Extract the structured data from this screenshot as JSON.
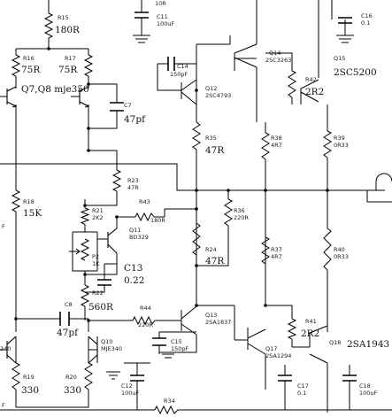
{
  "labels": {
    "r15": "R15",
    "r15_val": "180R",
    "c11": "C11",
    "c11_val": "100uF",
    "c11_top": "10R",
    "c16": "C16",
    "c16_val": "0.1",
    "r16": "R16",
    "r16_val": "75R",
    "r17": "R17",
    "r17_val": "75R",
    "q7q8": "Q7,Q8 mje350",
    "c14": "C14",
    "c14_val": "150pF",
    "q14": "Q14",
    "q14_type": "2SC3263",
    "q15": "Q15",
    "q15_hw": "2SC5200",
    "q12": "Q12",
    "q12_type": "2SC4793",
    "r42": "R42",
    "r42_hw": "2R2",
    "c7": "C7",
    "c7_val": "47pf",
    "r35": "R35",
    "r35_hw": "47R",
    "r38": "R38",
    "r38_val": "4R7",
    "r39": "R39",
    "r39_val": "0R33",
    "r23": "R23",
    "r23_val": "47R",
    "r18": "R18",
    "r18_val": "15K",
    "r21": "R21",
    "r21_val": "2K2",
    "r43": "R43",
    "r43_val": "180R",
    "r36": "R36",
    "r36_val": "220R",
    "q11": "Q11",
    "q11_type": "BD329",
    "r24": "R24",
    "r24_hw": "47R",
    "r37": "R37",
    "r37_val": "4R7",
    "r40": "R40",
    "r40_val": "0R33",
    "p2": "P2",
    "p2_val": "1K",
    "c13": "C13",
    "c13_val": "0.22",
    "r22": "R22",
    "r22_val": "560R",
    "c8": "C8",
    "c8_val": "47pf",
    "r44": "R44",
    "r44_val": "220R",
    "q13": "Q13",
    "q13_type": "2SA1837",
    "r41": "R41",
    "r41_hw": "2R2",
    "q10": "Q10",
    "q10_type": "MJE340",
    "c15": "C15",
    "c15_val": "150pF",
    "q17": "Q17",
    "q17_type": "2SA1294",
    "q18": "Q18",
    "q18_hw": "2SA1943",
    "q9_type": "340",
    "r19": "R19",
    "r19_hw": "330",
    "r20": "R20",
    "r20_hw": "330",
    "c12": "C12",
    "c12_val": "100uF",
    "c17": "C17",
    "c17_val": "0.1",
    "c18": "C18",
    "c18_val": "100uF",
    "r34": "R34",
    "left_f1": "F",
    "left_f2": "F"
  }
}
